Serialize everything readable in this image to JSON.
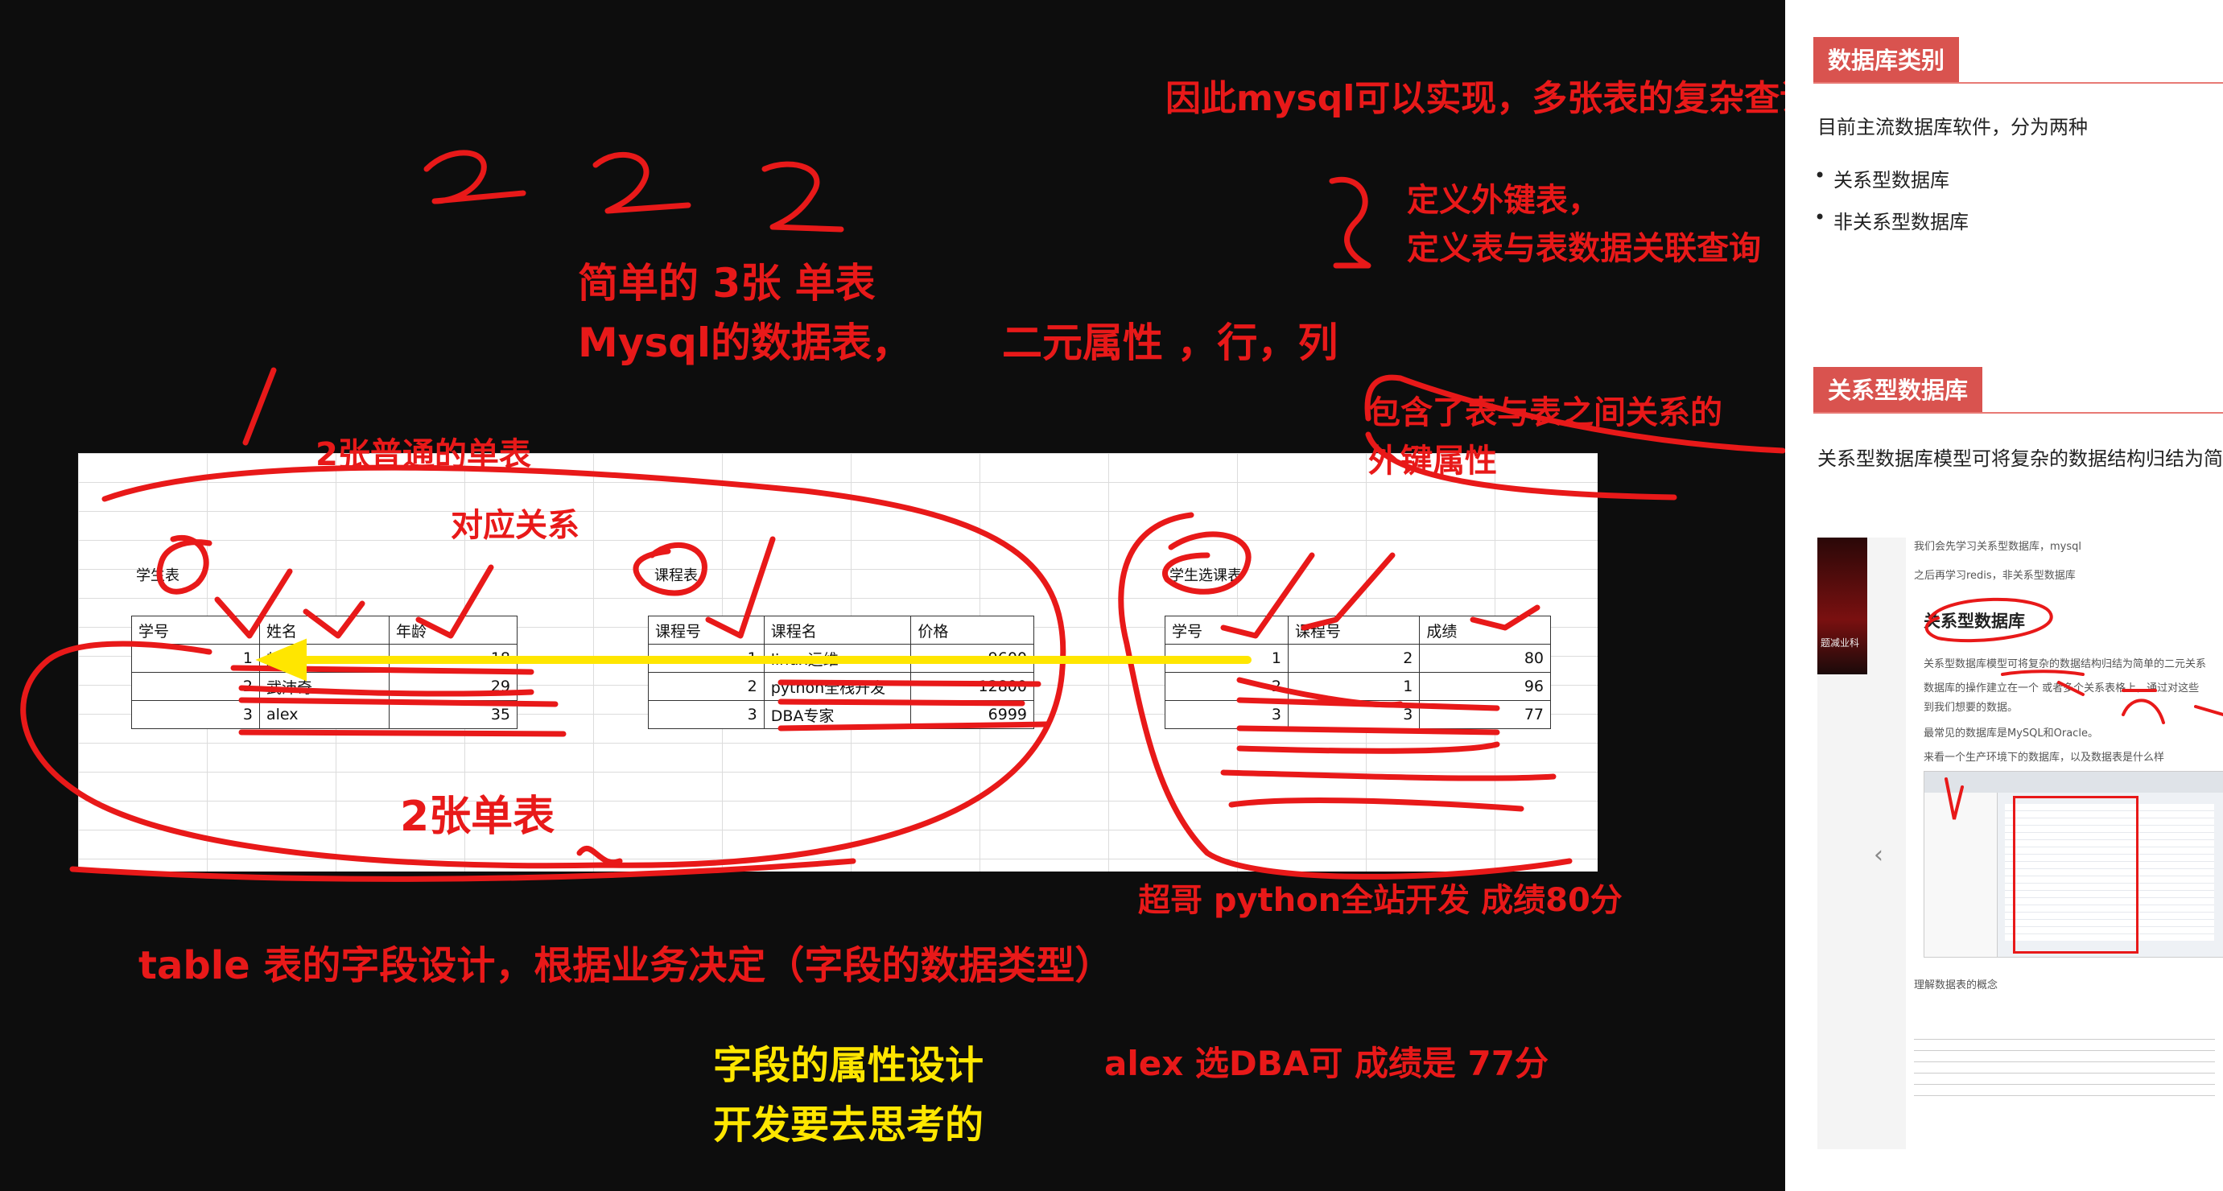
{
  "annotations": {
    "a_top_right": "因此mysql可以实现，多张表的复杂查询",
    "a_fk_1": "定义外键表，",
    "a_fk_2": "定义表与表数据关联查询",
    "a_simple": "简单的 3张 单表",
    "a_mysql": "Mysql的数据表，",
    "a_binary": "二元属性 ，行，列",
    "a_contains_1": "包含了表与表之间关系的",
    "a_contains_2": "外键属性",
    "a_two_normal": "2张普通的单表",
    "a_mapping": "对应关系",
    "a_two_single": "2张单表",
    "a_chaoge": "超哥  python全站开发  成绩80分",
    "a_table_field": "table  表的字段设计，根据业务决定（字段的数据类型）",
    "a_field_attr_1": "字段的属性设计",
    "a_field_attr_2": "开发要去思考的",
    "a_alex": "alex  选DBA可  成绩是 77分"
  },
  "tables": {
    "student": {
      "title": "学生表",
      "headers": [
        "学号",
        "姓名",
        "年龄"
      ],
      "rows": [
        [
          "1",
          "超哥",
          "18"
        ],
        [
          "2",
          "武沛奇",
          "29"
        ],
        [
          "3",
          "alex",
          "35"
        ]
      ]
    },
    "course": {
      "title": "课程表",
      "headers": [
        "课程号",
        "课程名",
        "价格"
      ],
      "rows": [
        [
          "1",
          "linux运维",
          "9600"
        ],
        [
          "2",
          "python全栈开发",
          "12800"
        ],
        [
          "3",
          "DBA专家",
          "6999"
        ]
      ]
    },
    "selection": {
      "title": "学生选课表",
      "headers": [
        "学号",
        "课程号",
        "成绩"
      ],
      "rows": [
        [
          "1",
          "2",
          "80"
        ],
        [
          "2",
          "1",
          "96"
        ],
        [
          "3",
          "3",
          "77"
        ]
      ]
    }
  },
  "doc": {
    "h1": "数据库类别",
    "p1": "目前主流数据库软件，分为两种",
    "b1": "关系型数据库",
    "b2": "非关系型数据库",
    "h2": "关系型数据库",
    "p2": "关系型数据库模型可将复杂的数据结构归结为简",
    "thumb": {
      "l1": "我们会先学习关系型数据库，mysql",
      "l2": "之后再学习redis，非关系型数据库",
      "head": "关系型数据库",
      "l3": "关系型数据库模型可将复杂的数据结构归结为简单的二元关系",
      "l4": "数据库的操作建立在一个    或者多个关系表格上，通过对这些",
      "l5": "到我们想要的数据。",
      "l6": "最常见的数据库是MySQL和Oracle。",
      "l7": "来看一个生产环境下的数据库，以及数据表是什么样",
      "l8": "理解数据表的概念",
      "photo_caption": "题减业科"
    },
    "prev_arrow": "‹"
  },
  "colors": {
    "annotation_red": "#e81919",
    "annotation_yellow": "#ffe600",
    "heading_red": "#d9534f",
    "background": "#0d0d0d"
  }
}
